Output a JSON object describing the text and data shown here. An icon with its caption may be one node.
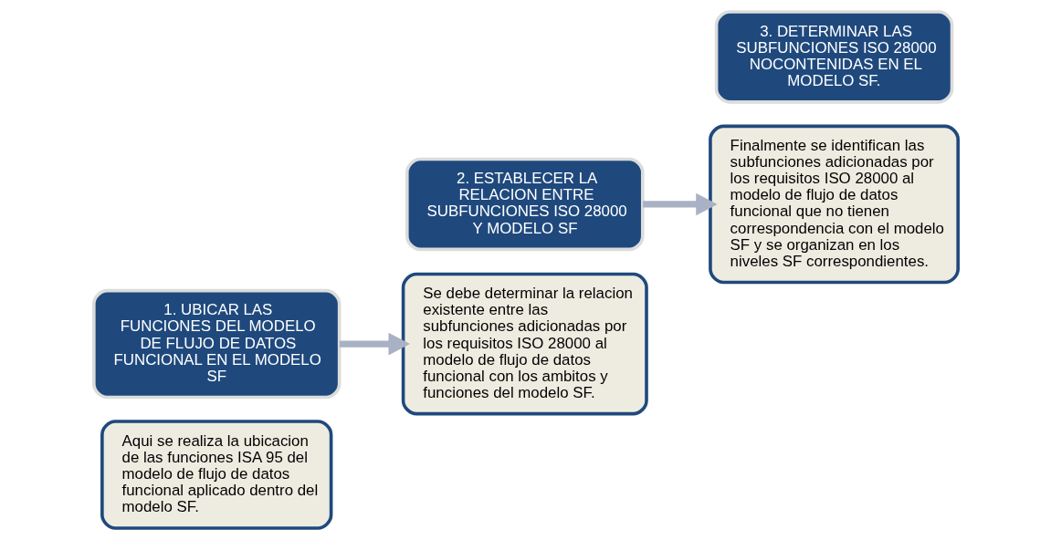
{
  "diagram": {
    "nodes": [
      {
        "text": [
          "Aqui se realiza la ubicacion de las funciones ISA 95 del modelo de flujo de datos funcional aplicado dentro del modelo SF."
        ]
      },
      {
        "text": [
          "1. UBICAR LAS FUNCIONES DEL MODELO DE FLUJO DE DATOS FUNCIONAL EN EL MODELO SF"
        ]
      },
      {
        "text": [
          "2. ESTABLECER LA RELACION ENTRE SUBFUNCIONES ISO 28000 Y MODELO SF"
        ]
      },
      {
        "text": [
          "Se debe determinar la relacion existente entre las subfunciones adicionadas por los requisitos ISO 28000 al modelo de flujo de datos funcional con los ambitos y funciones del modelo SF."
        ]
      },
      {
        "text": [
          "Finalmente se identifican las subfunciones adicionadas por los requisitos ISO 28000 al modelo de flujo de datos funcional que no tienen correspondencia con el modelo SF y se organizan en los niveles SF correspondientes."
        ]
      },
      {
        "text": [
          "3. DETERMINAR LAS SUBFUNCIONES ISO 28000 NOCONTENIDAS EN EL MODELO SF."
        ]
      }
    ],
    "edges": [
      {
        "from": 1,
        "to": 3,
        "arrow": "to"
      },
      {
        "from": 2,
        "to": 4,
        "arrow": "to"
      }
    ]
  }
}
